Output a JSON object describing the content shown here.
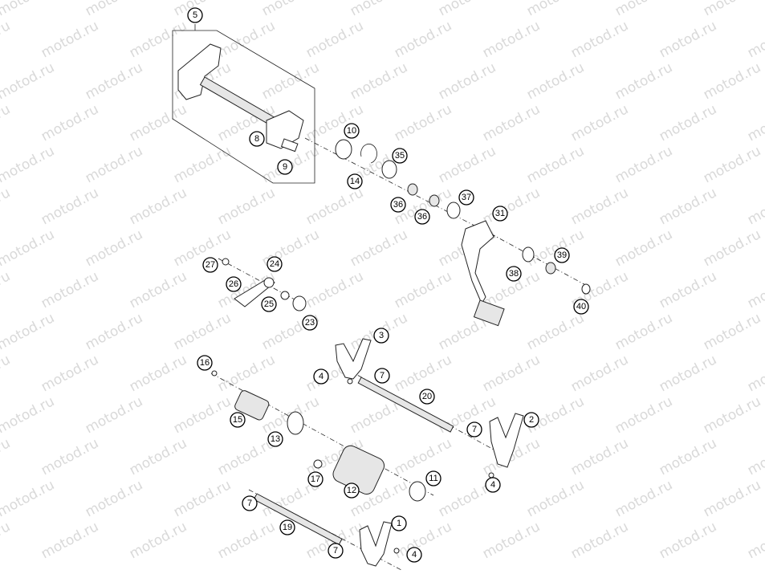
{
  "watermark": "motod.ru",
  "callouts": [
    "5",
    "8",
    "9",
    "10",
    "14",
    "35",
    "36",
    "36",
    "37",
    "31",
    "39",
    "38",
    "40",
    "27",
    "24",
    "26",
    "25",
    "23",
    "3",
    "4",
    "7",
    "20",
    "16",
    "15",
    "13",
    "17",
    "12",
    "11",
    "2",
    "7",
    "4",
    "7",
    "19",
    "1",
    "7",
    "4"
  ],
  "colors": {
    "line": "#222222",
    "watermark": "#d9d9d9",
    "background": "#ffffff"
  }
}
